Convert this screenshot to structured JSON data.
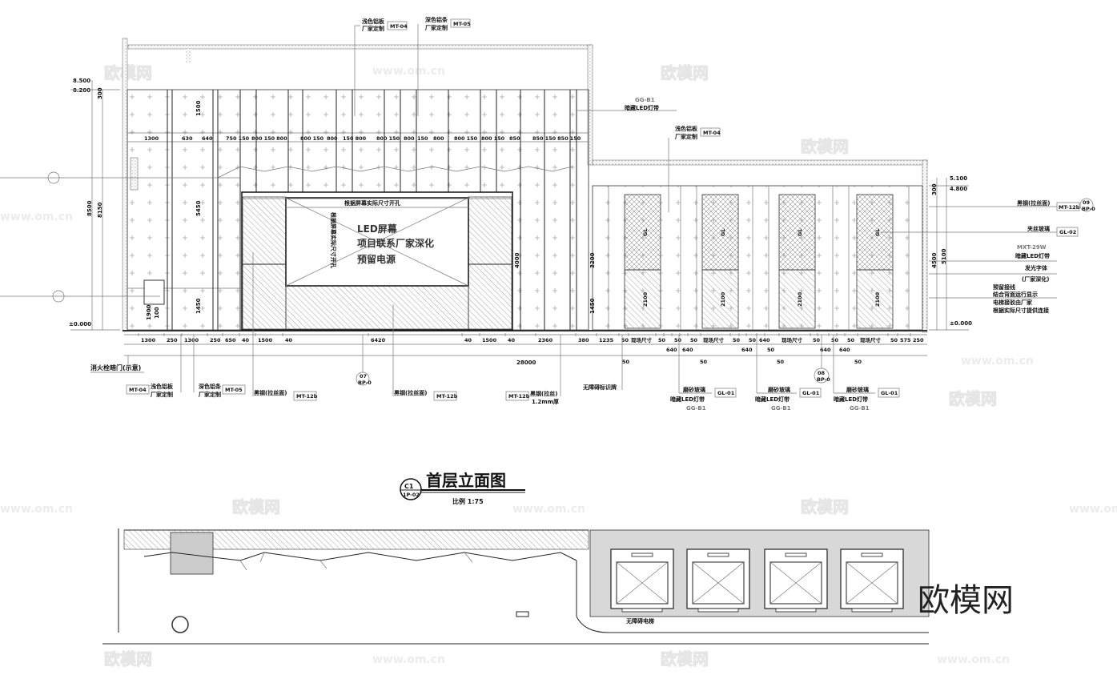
{
  "watermark": {
    "brand": "欧模网",
    "url": "www.om.cn"
  },
  "top_labels": {
    "mt04_text1": "浅色铝板",
    "mt04_text2": "厂家定制",
    "mt04_tag": "MT-04",
    "mt05_text1": "深色铝条",
    "mt05_text2": "厂家定制",
    "mt05_tag": "MT-05",
    "led_strip_code": "GG-B1",
    "led_strip_text": "暗藏LED灯带",
    "right_mt04_text1": "浅色铝板",
    "right_mt04_text2": "厂家定制",
    "right_mt04_tag": "MT-04"
  },
  "elevations": {
    "left_top": "8.500",
    "left_ceiling": "8.200",
    "left_floor": "±0.000",
    "right_top": "5.100",
    "right_ceiling": "4.800",
    "right_floor": "±0.000"
  },
  "left_dims": {
    "d300": "300",
    "d8500": "8500",
    "d8150": "8150",
    "d1500": "1500",
    "d5450": "5450",
    "d1450": "1450",
    "d1900": "1900",
    "d100": "100"
  },
  "right_dims": {
    "d300": "300",
    "d4500": "4500",
    "d5100": "5100",
    "d3200": "3200",
    "d4000": "4000",
    "d1450": "1450"
  },
  "top_dim_row": [
    "1300",
    "630",
    "640",
    "750",
    "150",
    "800",
    "150",
    "800",
    "800",
    "150",
    "800",
    "150",
    "800",
    "800",
    "150",
    "800",
    "150",
    "800",
    "800",
    "150",
    "800",
    "150",
    "850",
    "850",
    "150",
    "850",
    "150"
  ],
  "led_screen": {
    "opening_note": "根据屏幕实际尺寸开孔",
    "line1": "LED屏幕",
    "line2": "项目联系厂家深化",
    "line3": "预留电源"
  },
  "right_labels": {
    "black_steel": "黑钢(拉丝面)",
    "black_steel_tag": "MT-12b",
    "callout_num": "09",
    "callout_sheet": "BP-0",
    "wired_glass": "夹丝玻璃",
    "wired_glass_tag": "GL-02",
    "led_code": "MXT-29W",
    "led_text": "暗藏LED灯带",
    "sign1": "发光字体",
    "sign2": "(厂家深化)",
    "note1": "预留接线",
    "note2": "结合背面运行显示",
    "note3": "电梯接驳由厂家",
    "note4": "根据实际尺寸提供连接"
  },
  "elevator_tag": "GL",
  "elevator_height": "2100",
  "bottom_dim_row": [
    "1300",
    "250",
    "1300",
    "250",
    "650",
    "40",
    "1500",
    "40",
    "6420",
    "40",
    "1500",
    "40",
    "2360",
    "380",
    "1235",
    "50",
    "现场尺寸",
    "50",
    "640",
    "50",
    "640",
    "50",
    "现场尺寸",
    "50",
    "640",
    "50",
    "640",
    "50",
    "现场尺寸",
    "50",
    "640",
    "50",
    "640",
    "50",
    "现场尺寸",
    "50",
    "575",
    "250"
  ],
  "bottom_sub_dims": [
    "50",
    "50",
    "50",
    "50"
  ],
  "total_dim": "28000",
  "bottom_labels": {
    "hydrant": "消火栓暗门(示意)",
    "mt04_tag": "MT-04",
    "mt04_text1": "浅色铝板",
    "mt04_text2": "厂家定制",
    "mt05_text1": "深色铝条",
    "mt05_text2": "厂家定制",
    "mt05_tag": "MT-05",
    "steel1": "黑钢(拉丝面)",
    "steel1_tag": "MT-12b",
    "steel2": "黑钢(拉丝面)",
    "steel2_tag": "MT-12b",
    "steel3_tag": "MT-12b",
    "steel3_1": "黑钢(拉丝)",
    "steel3_2": "1.2mm厚",
    "accessible_sign": "无障碍标识牌",
    "frosted": [
      {
        "text": "磨砂玻璃",
        "tag": "GL-01",
        "led": "暗藏LED灯带",
        "code": "GG-B1"
      },
      {
        "text": "磨砂玻璃",
        "tag": "GL-01",
        "led": "暗藏LED灯带",
        "code": "GG-B1"
      },
      {
        "text": "磨砂玻璃",
        "tag": "GL-01",
        "led": "暗藏LED灯带",
        "code": "GG-B1"
      }
    ],
    "callout07_num": "07",
    "callout07_sheet": "BP-0",
    "callout08_num": "08",
    "callout08_sheet": "BP-0"
  },
  "title_block": {
    "title": "首层立面图",
    "code": "C1",
    "sheet": "1P-02",
    "scale": "比例 1:75"
  },
  "plan": {
    "accessible_elevator": "无障碍电梯"
  }
}
